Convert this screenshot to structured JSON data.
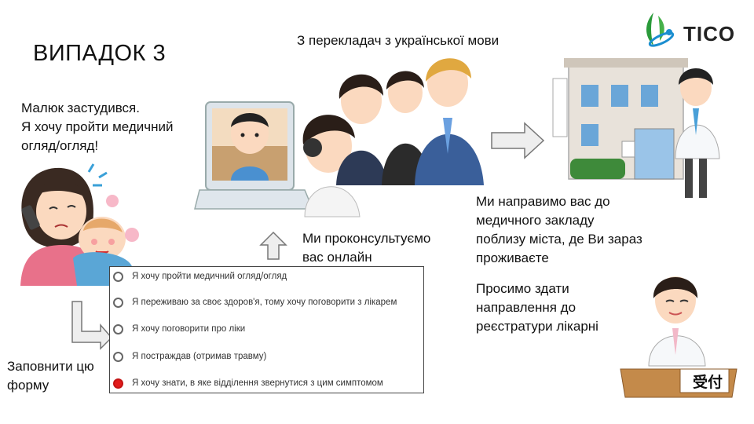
{
  "title": "ВИПАДОК 3",
  "logo": {
    "text": "TICO",
    "icon": "leaf-logo-icon"
  },
  "left": {
    "line1": "Малюк застудився.",
    "line2": "Я хочу пройти медичний",
    "line3": "огляд/огляд!"
  },
  "translator_caption": "З перекладач з української мови",
  "online_caption": {
    "line1": "Ми проконсультуємо",
    "line2": "вас онлайн"
  },
  "fill_form": {
    "line1": "Заповнити цю",
    "line2": "форму"
  },
  "referral": {
    "line1": "Ми направимо вас до",
    "line2": "медичного закладу",
    "line3": "поблизу міста, де Ви зараз",
    "line4": "проживаєте"
  },
  "submit": {
    "line1": "Просимо здати",
    "line2": "направлення до",
    "line3": "реєстратури лікарні"
  },
  "reception_sign": "受付",
  "form": {
    "selected_index": 4,
    "options": [
      "Я хочу пройти медичний огляд/огляд",
      "Я переживаю за своє здоров'я, тому хочу поговорити з лікарем",
      "Я хочу поговорити про ліки",
      "Я постраждав (отримав травму)",
      "Я хочу знати, в яке відділення звернутися з цим симптомом"
    ]
  },
  "colors": {
    "selected_radio": "#e21b1b",
    "arrow_fill": "#eeeeee",
    "arrow_stroke": "#777777"
  }
}
